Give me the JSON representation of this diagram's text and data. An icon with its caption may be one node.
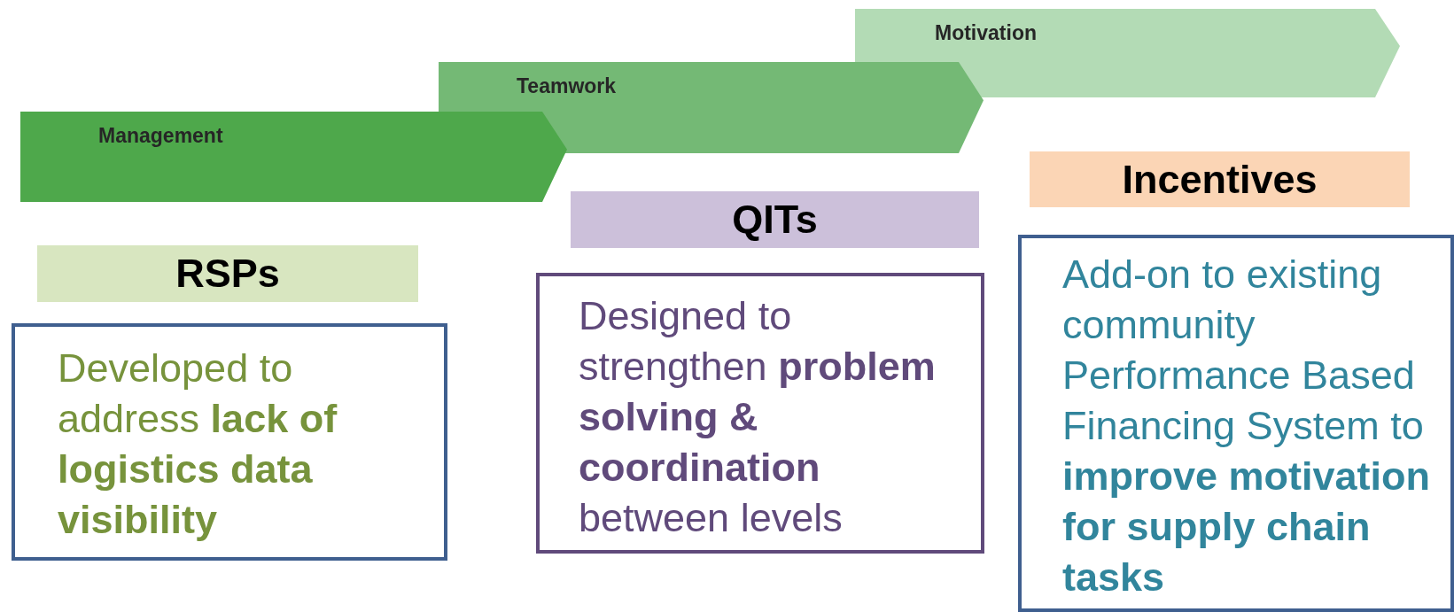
{
  "diagram": {
    "nodes": [
      {
        "text": [
          "Management"
        ]
      },
      {
        "text": [
          "Teamwork"
        ]
      },
      {
        "text": [
          "Motivation"
        ]
      },
      {
        "text": [
          "RSPs"
        ]
      },
      {
        "text": [
          "Developed to address **lack of logistics data visibility**"
        ]
      },
      {
        "text": [
          "QITs"
        ]
      },
      {
        "text": [
          "Designed to strengthen **problem solving & coordination** between levels"
        ]
      },
      {
        "text": [
          "Incentives"
        ]
      },
      {
        "text": [
          "Add-on to existing community Performance Based Financing System to **improve motivation for supply chain tasks**"
        ]
      }
    ]
  }
}
